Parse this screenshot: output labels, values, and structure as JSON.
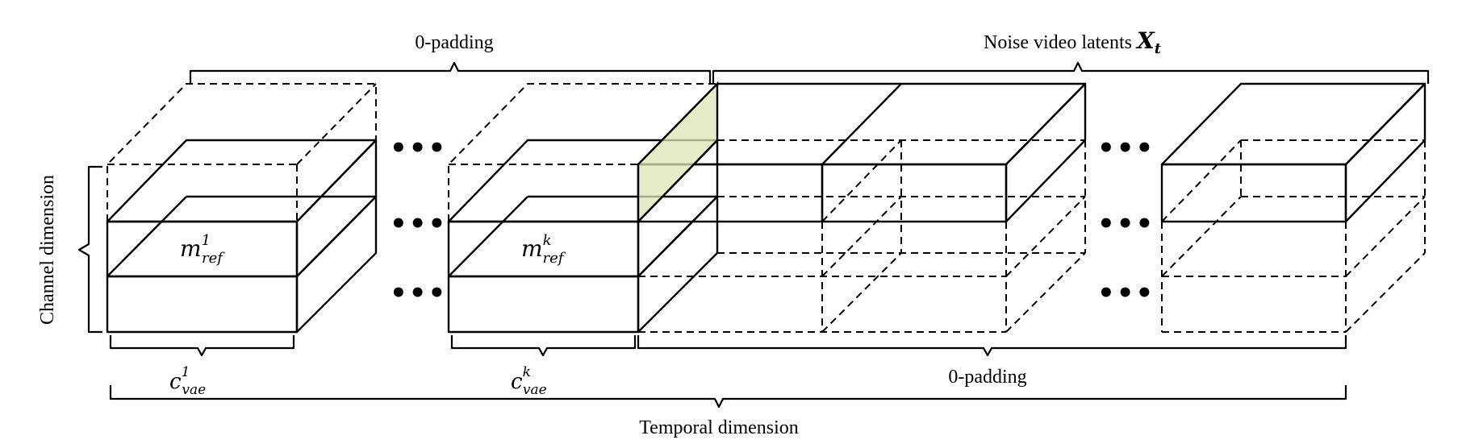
{
  "labels": {
    "top_left_padding": "0-padding",
    "top_right_latents": "Noise video latents ",
    "top_right_latents_symbol": "X",
    "top_right_latents_subscript": "t",
    "ref1_main": "m",
    "ref1_sup": "1",
    "ref1_sub": "ref",
    "refk_main": "m",
    "refk_sup": "k",
    "refk_sub": "ref",
    "vae1_main": "c",
    "vae1_sup": "1",
    "vae1_sub": "vae",
    "vaek_main": "c",
    "vaek_sup": "k",
    "vaek_sub": "vae",
    "bottom_padding": "0-padding",
    "temporal_axis": "Temporal dimension",
    "channel_axis": "Channel dimension",
    "ellipsis": "•••"
  },
  "colors": {
    "green_top": "#e4f3d4",
    "green_front": "#ddeecc",
    "green_side": "#cbdfb9",
    "blue_front": "#edf3fb",
    "blue_side": "#dfe3ea",
    "orange_top": "#f9e3cf",
    "orange_front": "#f9ddc4",
    "orange_side": "#c5ab98",
    "overlap_top": "#dfe5b5",
    "overlap_front": "#d9d8a8",
    "line": "#000000"
  }
}
